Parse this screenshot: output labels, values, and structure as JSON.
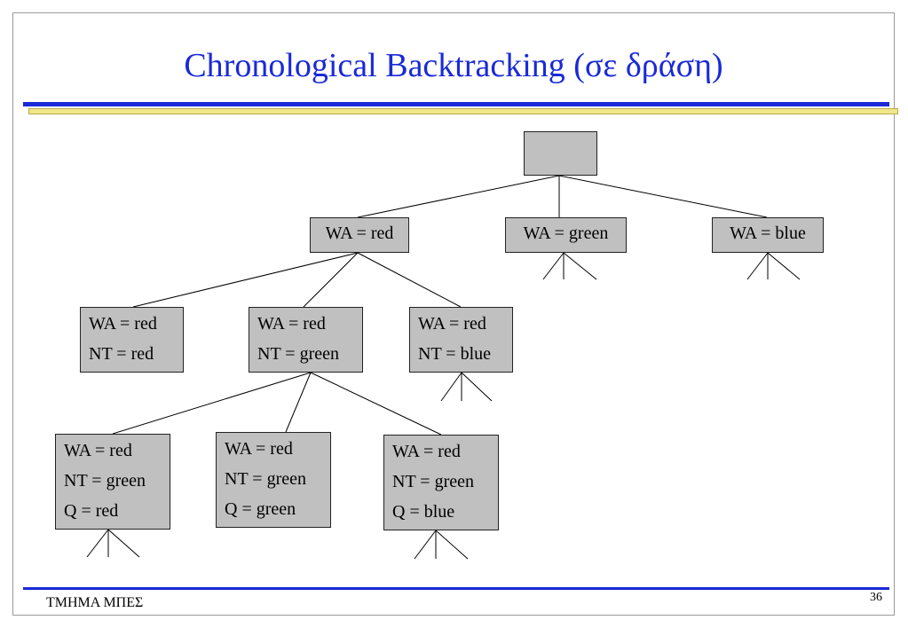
{
  "slide": {
    "title": "Chronological Backtracking (σε δράση)",
    "footer_left": "ΤΜΗΜΑ ΜΠΕΣ",
    "page_number": "36"
  },
  "colors": {
    "title": "#1a2ad8",
    "rule_blue": "#1a2ad8",
    "rule_yellow": "#f1e58a",
    "node_fill": "#c0c0c0"
  },
  "tree": {
    "root": {
      "lines": []
    },
    "level1": [
      {
        "lines": [
          "WA = red"
        ]
      },
      {
        "lines": [
          "WA = green"
        ]
      },
      {
        "lines": [
          "WA = blue"
        ]
      }
    ],
    "level2": [
      {
        "lines": [
          "WA = red",
          "NT = red"
        ]
      },
      {
        "lines": [
          "WA = red",
          "NT = green"
        ]
      },
      {
        "lines": [
          "WA = red",
          "NT = blue"
        ]
      }
    ],
    "level3": [
      {
        "lines": [
          "WA = red",
          "NT = green",
          "Q = red"
        ]
      },
      {
        "lines": [
          "WA = red",
          "NT = green",
          "Q = green"
        ]
      },
      {
        "lines": [
          "WA = red",
          "NT = green",
          "Q = blue"
        ]
      }
    ]
  }
}
